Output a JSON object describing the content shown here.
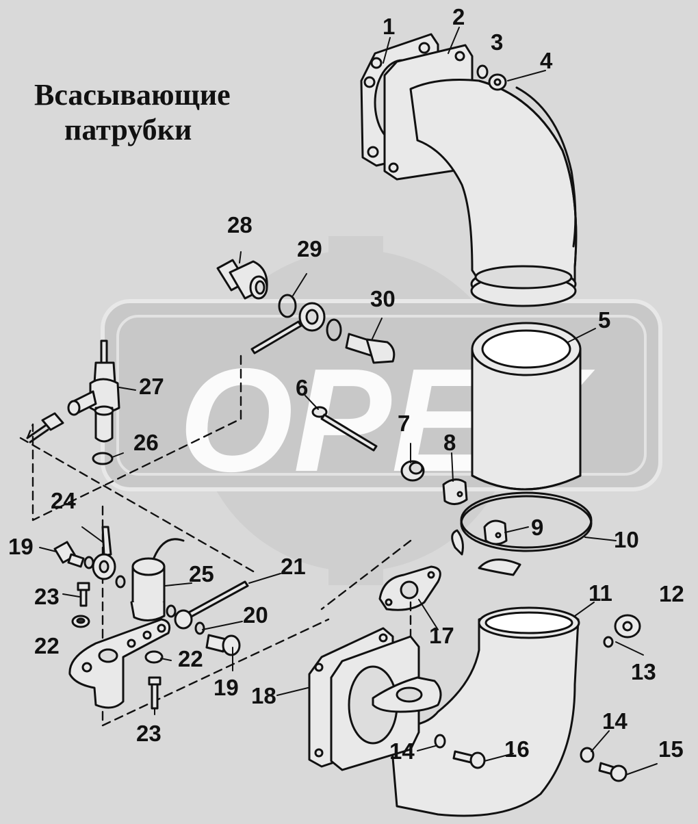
{
  "title": {
    "line1": "Всасывающие",
    "line2": "патрубки"
  },
  "watermark": {
    "text": "OPEX"
  },
  "colors": {
    "background": "#d9d9d9",
    "watermark": "#cfcfcf",
    "line": "#111111",
    "part_fill": "#e9e9e9"
  },
  "callouts": [
    {
      "id": "c1",
      "text": "1"
    },
    {
      "id": "c2",
      "text": "2"
    },
    {
      "id": "c3",
      "text": "3"
    },
    {
      "id": "c4",
      "text": "4"
    },
    {
      "id": "c5",
      "text": "5"
    },
    {
      "id": "c6",
      "text": "6"
    },
    {
      "id": "c7",
      "text": "7"
    },
    {
      "id": "c8",
      "text": "8"
    },
    {
      "id": "c9",
      "text": "9"
    },
    {
      "id": "c10",
      "text": "10"
    },
    {
      "id": "c11",
      "text": "11"
    },
    {
      "id": "c12",
      "text": "12"
    },
    {
      "id": "c13",
      "text": "13"
    },
    {
      "id": "c14a",
      "text": "14"
    },
    {
      "id": "c14b",
      "text": "14"
    },
    {
      "id": "c15",
      "text": "15"
    },
    {
      "id": "c16",
      "text": "16"
    },
    {
      "id": "c17",
      "text": "17"
    },
    {
      "id": "c18",
      "text": "18"
    },
    {
      "id": "c19a",
      "text": "19"
    },
    {
      "id": "c19b",
      "text": "19"
    },
    {
      "id": "c20",
      "text": "20"
    },
    {
      "id": "c21",
      "text": "21"
    },
    {
      "id": "c22a",
      "text": "22"
    },
    {
      "id": "c22b",
      "text": "22"
    },
    {
      "id": "c23a",
      "text": "23"
    },
    {
      "id": "c23b",
      "text": "23"
    },
    {
      "id": "c24",
      "text": "24"
    },
    {
      "id": "c25",
      "text": "25"
    },
    {
      "id": "c26",
      "text": "26"
    },
    {
      "id": "c27",
      "text": "27"
    },
    {
      "id": "c28",
      "text": "28"
    },
    {
      "id": "c29",
      "text": "29"
    },
    {
      "id": "c30",
      "text": "30"
    }
  ]
}
